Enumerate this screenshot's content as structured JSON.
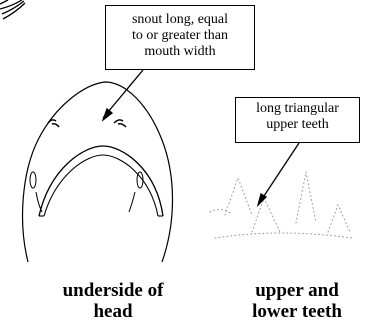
{
  "callouts": {
    "snout_line1": "snout long, equal",
    "snout_line2": "to or greater than",
    "snout_line3": "mouth width",
    "teeth_line1": "long triangular",
    "teeth_line2": "upper teeth"
  },
  "captions": {
    "left_line1": "underside of",
    "left_line2": "head",
    "right_line1": "upper and",
    "right_line2": "lower teeth"
  },
  "colors": {
    "ink": "#000000",
    "teeth_stipple": "#9a9a9a",
    "background": "#ffffff"
  }
}
